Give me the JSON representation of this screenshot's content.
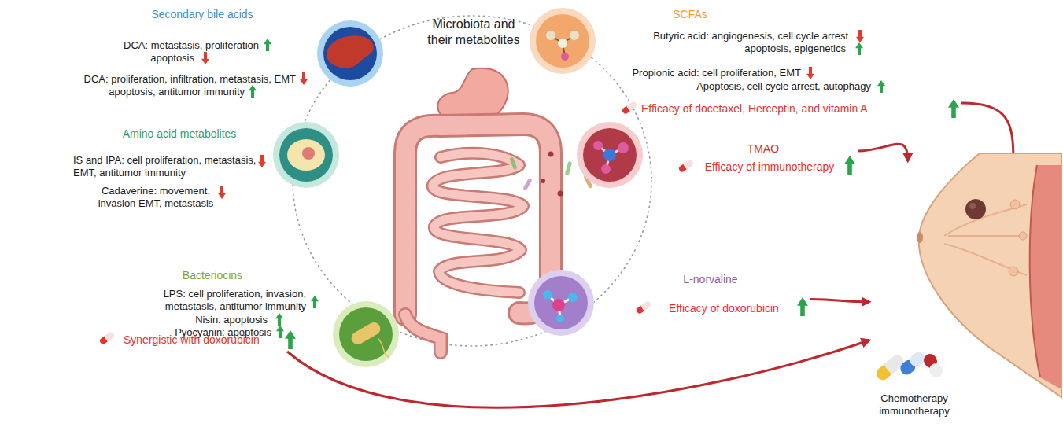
{
  "diagram": {
    "nodes": [
      {
        "text": [
          "Secondary bile acids",
          "DCA: metastasis, proliferation",
          "apoptosis",
          "DCA: proliferation, infiltration, metastasis, EMT",
          "apoptosis, antitumor immunity"
        ]
      },
      {
        "text": [
          "Microbiota and their metabolites"
        ]
      },
      {
        "text": [
          "SCFAs",
          "Butyric acid: angiogenesis, cell cycle arrest",
          "apoptosis, epigenetics",
          "Propionic acid: cell proliferation, EMT",
          "Apoptosis, cell cycle arrest, autophagy",
          "Efficacy of docetaxel, Herceptin, and vitamin A"
        ]
      },
      {
        "text": [
          "Amino acid metabolites",
          "IS and IPA: cell proliferation, metastasis, EMT, antitumor immunity",
          "Cadaverine: movement, invasion EMT, metastasis"
        ]
      },
      {
        "text": [
          "TMAO",
          "Efficacy of immunotherapy"
        ]
      },
      {
        "text": [
          "Bacteriocins",
          "LPS: cell proliferation, invasion, metastasis, antitumor immunity",
          "Nisin: apoptosis",
          "Pyocyanin: apoptosis",
          "Synergistic with doxorubicin"
        ]
      },
      {
        "text": [
          "L-norvaline",
          "Efficacy of doxorubicin"
        ]
      },
      {
        "text": [
          "Chemotherapy immunotherapy"
        ]
      }
    ],
    "edges": [
      {
        "from": 2,
        "to": 7,
        "arrow": "to"
      },
      {
        "from": 4,
        "to": 7,
        "arrow": "to"
      },
      {
        "from": 6,
        "to": 7,
        "arrow": "to"
      },
      {
        "from": 5,
        "to": 7,
        "arrow": "to"
      }
    ]
  }
}
